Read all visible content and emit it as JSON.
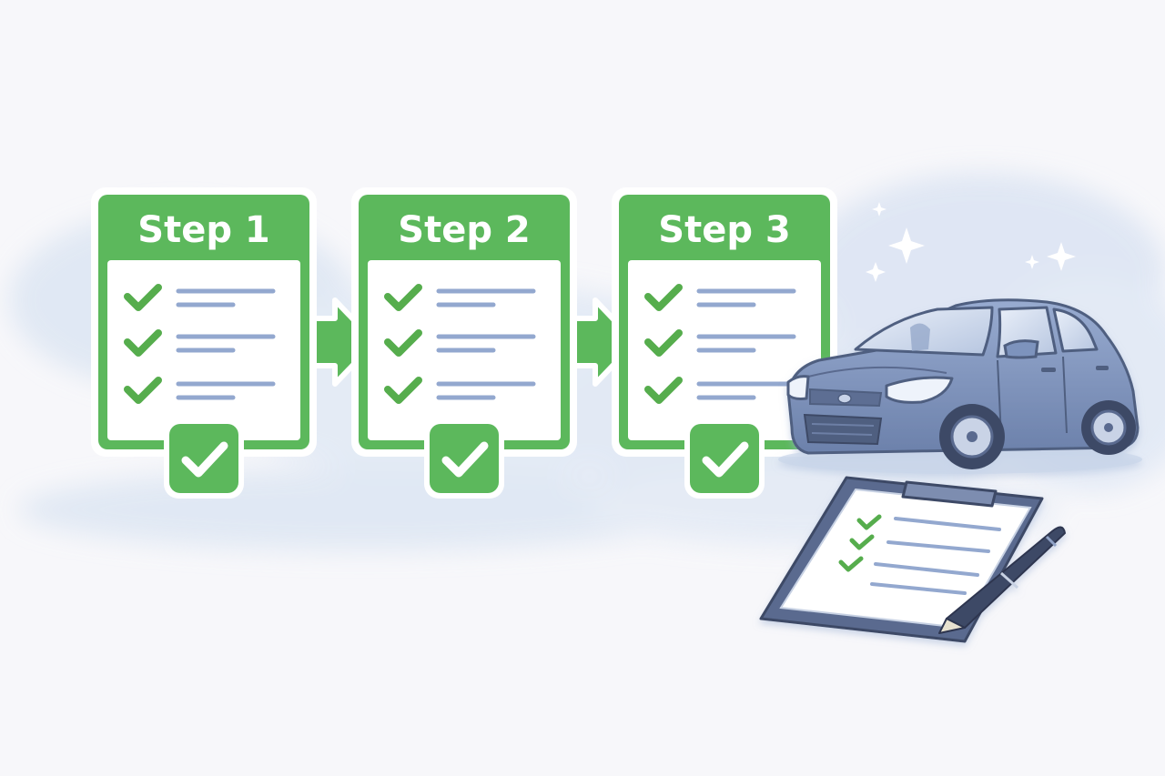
{
  "steps": [
    {
      "title": "Step 1"
    },
    {
      "title": "Step 2"
    },
    {
      "title": "Step 3"
    }
  ],
  "colors": {
    "background": "#f7f7fa",
    "step_green": "#5cb85c",
    "check_green": "#56ad4d",
    "line_blue": "#93a8cf",
    "wash_blue": "#dce6f4",
    "car_body": "#7d93bd",
    "car_dark": "#4f5f80",
    "ink": "#3e4a66"
  },
  "icons": [
    "checkmark-icon",
    "arrow-right-icon",
    "sparkle-icon",
    "car-icon",
    "clipboard-icon",
    "pen-icon"
  ]
}
